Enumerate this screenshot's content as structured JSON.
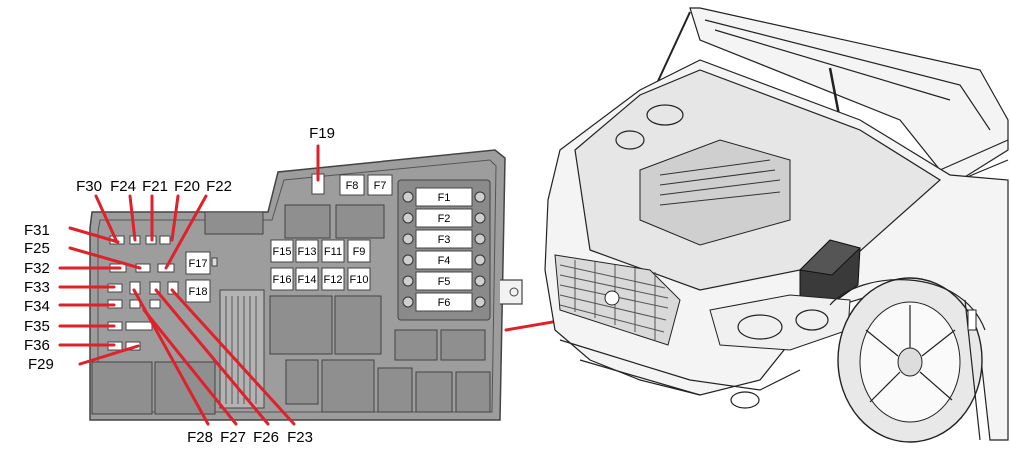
{
  "colors": {
    "callout": "#e0202a",
    "box": "#9d9d9d",
    "box_dark": "#7a7a7a",
    "fuse": "#ffffff"
  },
  "diagram": {
    "callouts_top": [
      "F19",
      "F30",
      "F24",
      "F21",
      "F20",
      "F22"
    ],
    "callouts_left": [
      "F31",
      "F25",
      "F32",
      "F33",
      "F34",
      "F35",
      "F36",
      "F29"
    ],
    "callouts_bottom": [
      "F28",
      "F27",
      "F26",
      "F23"
    ],
    "small_fuses": [
      "F8",
      "F7",
      "F15",
      "F13",
      "F11",
      "F9",
      "F16",
      "F14",
      "F12",
      "F10",
      "F17",
      "F18"
    ],
    "maxi_fuses": [
      "F1",
      "F2",
      "F3",
      "F4",
      "F5",
      "F6"
    ]
  }
}
